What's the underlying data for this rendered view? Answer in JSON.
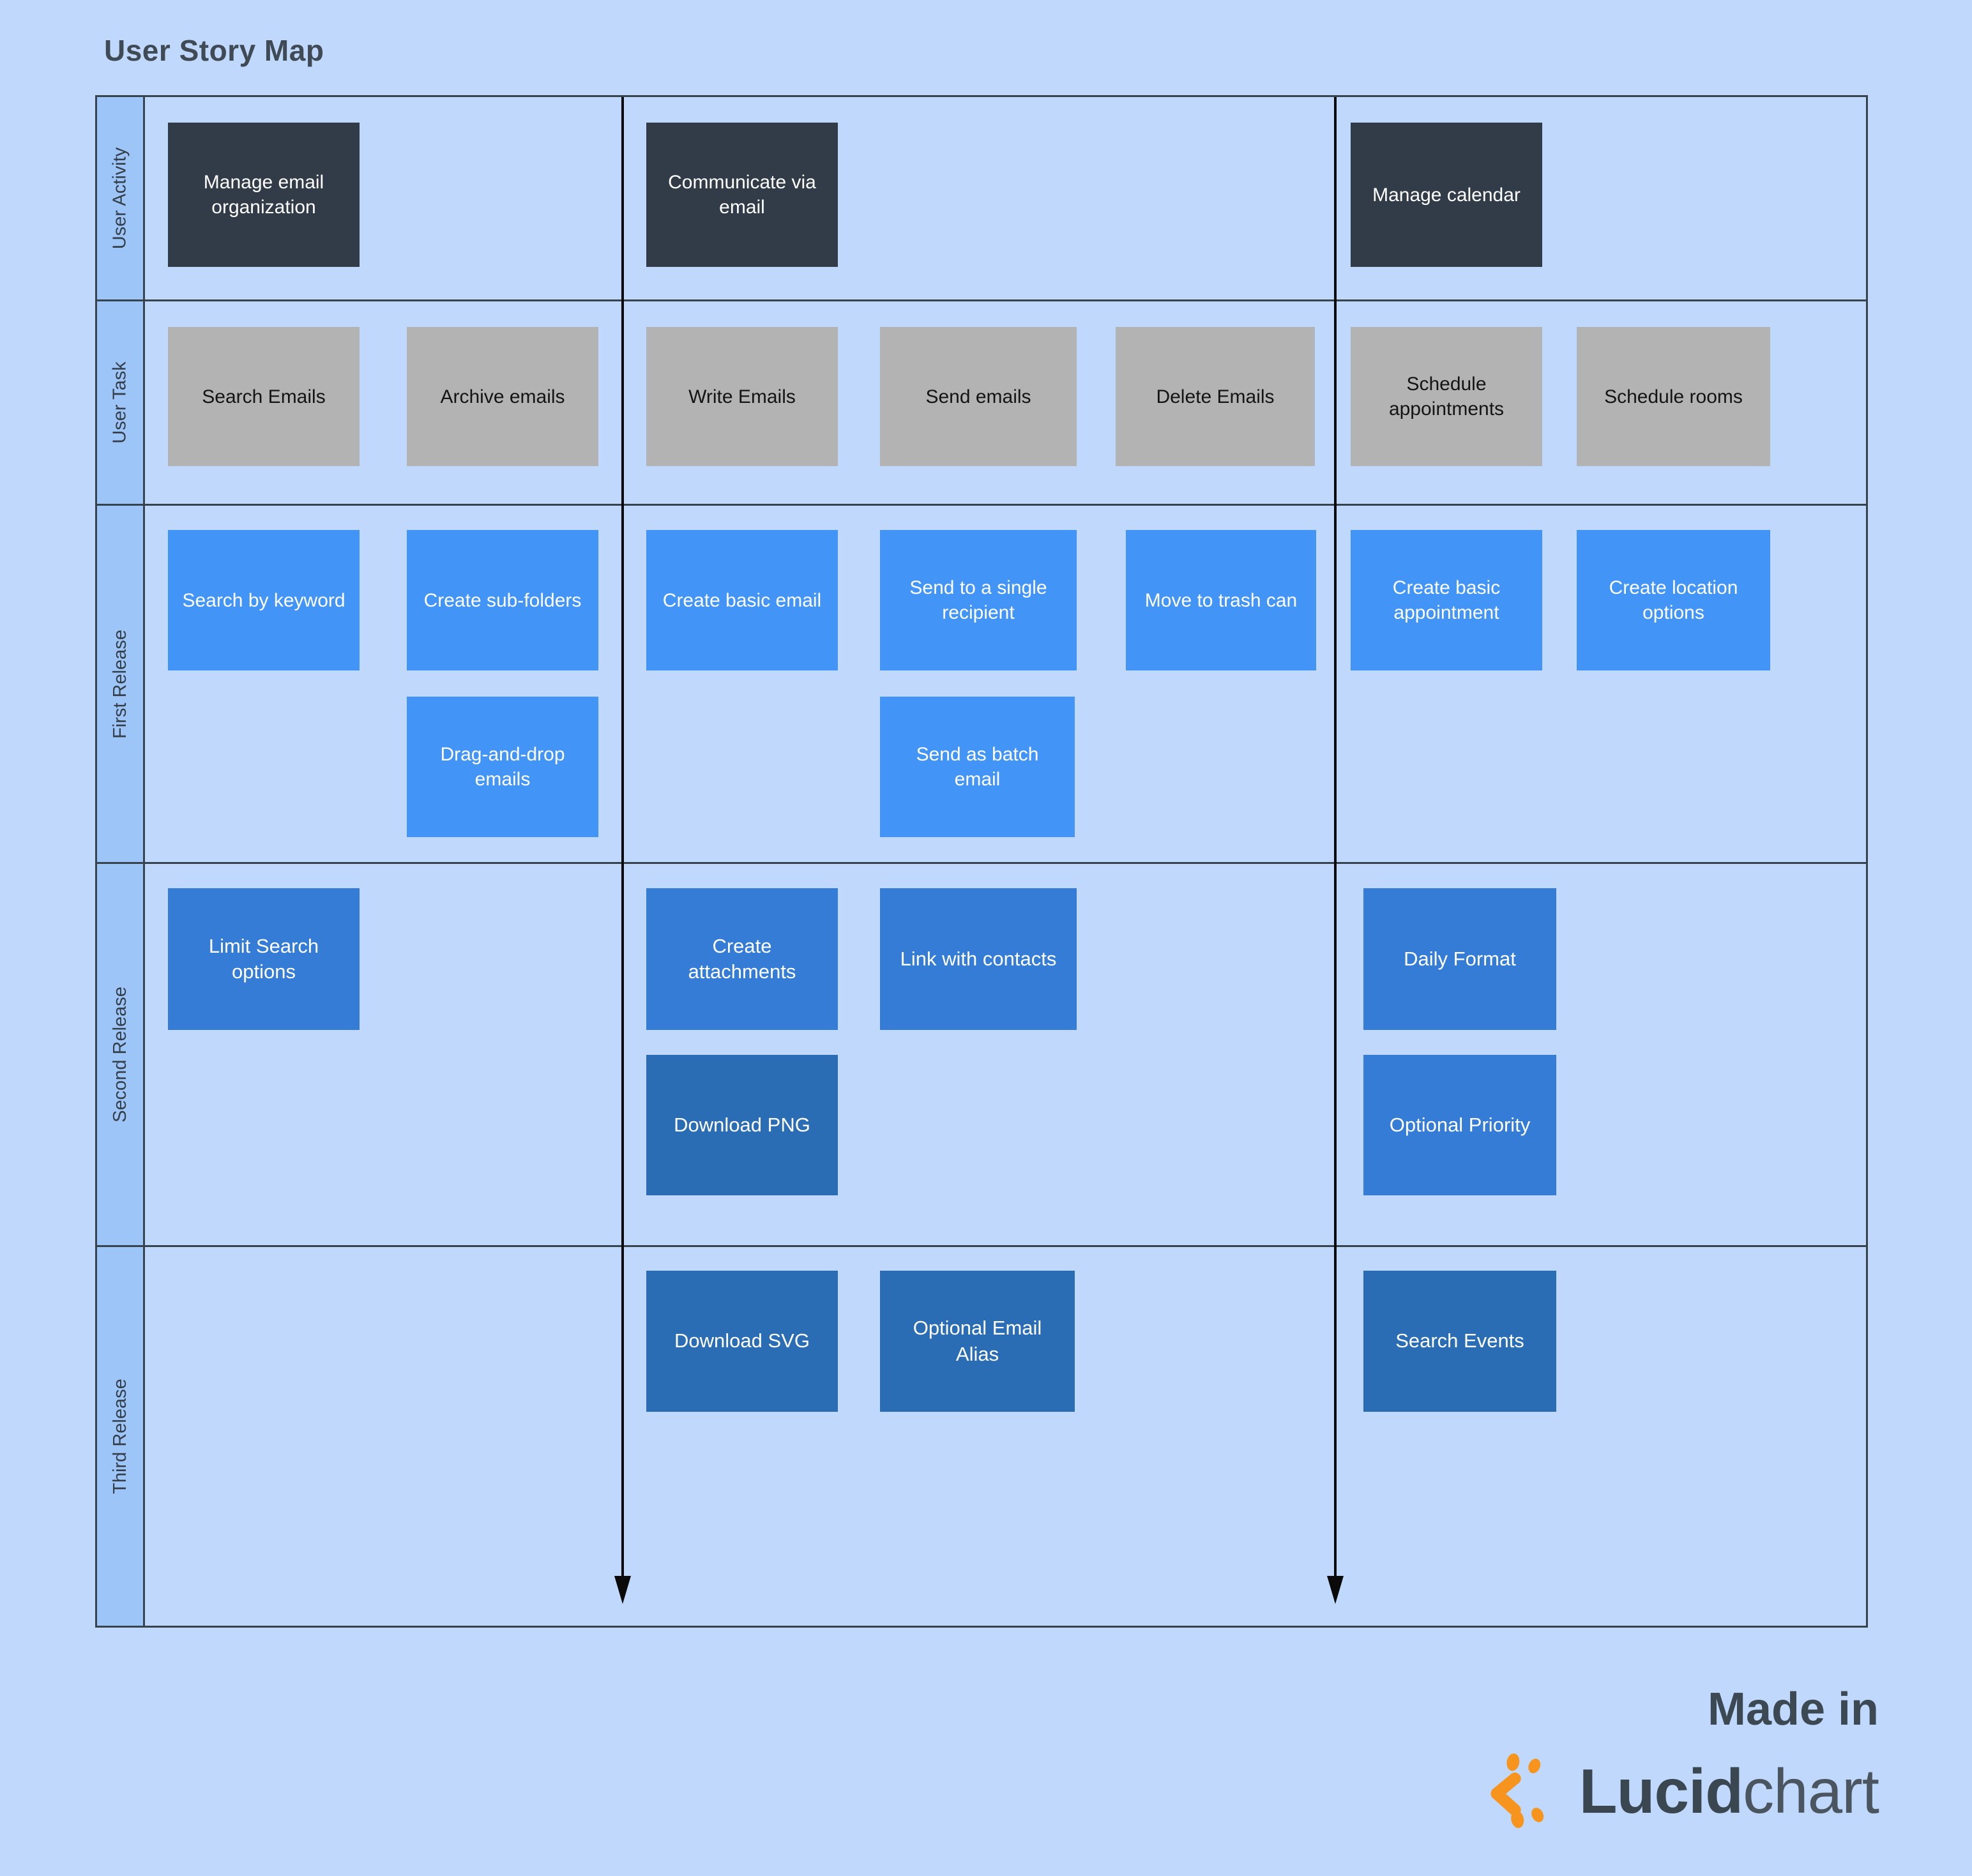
{
  "title": "User Story Map",
  "rows": [
    {
      "label": "User Activity"
    },
    {
      "label": "User Task"
    },
    {
      "label": "First Release"
    },
    {
      "label": "Second Release"
    },
    {
      "label": "Third Release"
    }
  ],
  "cards": [
    {
      "label": "Manage email\norganization",
      "category": "user-activity"
    },
    {
      "label": "Communicate via\nemail",
      "category": "user-activity"
    },
    {
      "label": "Manage calendar",
      "category": "user-activity"
    },
    {
      "label": "Search Emails",
      "category": "user-task"
    },
    {
      "label": "Archive emails",
      "category": "user-task"
    },
    {
      "label": "Write Emails",
      "category": "user-task"
    },
    {
      "label": "Send emails",
      "category": "user-task"
    },
    {
      "label": "Delete Emails",
      "category": "user-task"
    },
    {
      "label": "Schedule\nappointments",
      "category": "user-task"
    },
    {
      "label": "Schedule rooms",
      "category": "user-task"
    },
    {
      "label": "Search by keyword",
      "category": "first-release"
    },
    {
      "label": "Create sub-folders",
      "category": "first-release"
    },
    {
      "label": "Create basic email",
      "category": "first-release"
    },
    {
      "label": "Send to a single\nrecipient",
      "category": "first-release"
    },
    {
      "label": "Move to trash can",
      "category": "first-release"
    },
    {
      "label": "Create basic\nappointment",
      "category": "first-release"
    },
    {
      "label": "Create location\noptions",
      "category": "first-release"
    },
    {
      "label": "Drag-and-drop\nemails",
      "category": "first-release"
    },
    {
      "label": "Send as batch\nemail",
      "category": "first-release"
    },
    {
      "label": "Limit Search\noptions",
      "category": "second-release"
    },
    {
      "label": "Create\nattachments",
      "category": "second-release"
    },
    {
      "label": "Link with contacts",
      "category": "second-release"
    },
    {
      "label": "Daily Format",
      "category": "second-release"
    },
    {
      "label": "Download PNG",
      "category": "second-release"
    },
    {
      "label": "Optional Priority",
      "category": "second-release"
    },
    {
      "label": "Download SVG",
      "category": "third-release"
    },
    {
      "label": "Optional Email\nAlias",
      "category": "third-release"
    },
    {
      "label": "Search Events",
      "category": "third-release"
    }
  ],
  "footer": {
    "made_in": "Made in",
    "logo_bold": "Lucid",
    "logo_light": "chart"
  },
  "colors": {
    "background": "#BFD8FC",
    "label_column": "#9DC5F8",
    "grid_border": "#37434C",
    "arrow": "#0A0A0A",
    "user_activity_card": "#313C48",
    "user_task_card": "#B3B3B3",
    "first_release_card": "#4294F6",
    "second_release_card": "#347CD6",
    "third_release_card": "#2A6DB5",
    "logo_orange": "#F7941E"
  }
}
